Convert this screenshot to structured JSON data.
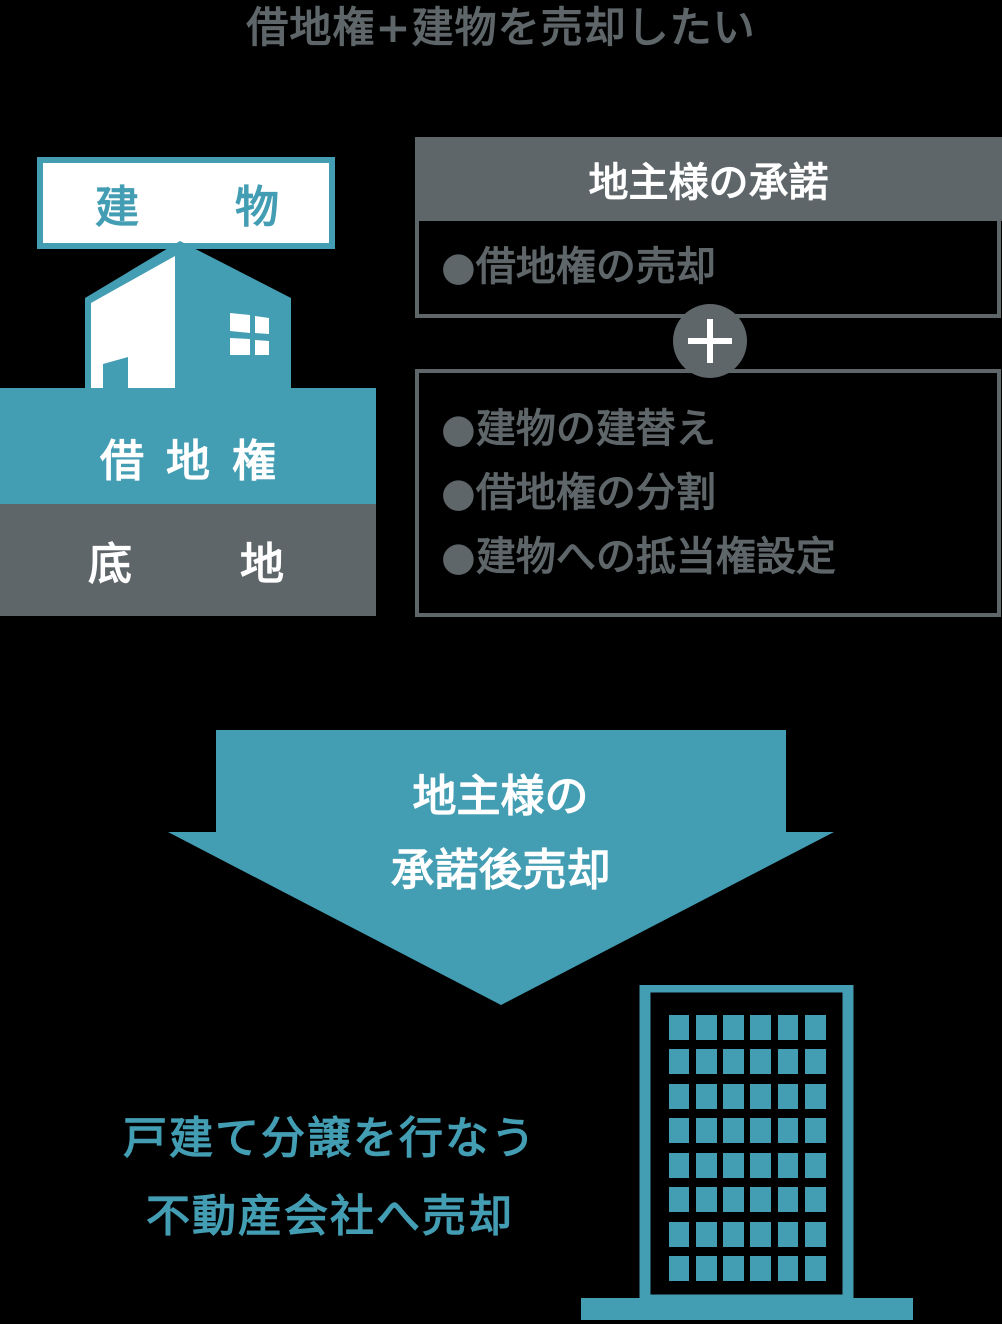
{
  "title": "借地権+建物を売却したい",
  "left_stack": {
    "building_label": [
      "建",
      "物"
    ],
    "leasehold_label": "借地権",
    "land_label": [
      "底",
      "地"
    ]
  },
  "consent": {
    "header": "地主様の承諾",
    "primary_item": "●借地権の売却",
    "plus_symbol": "+",
    "secondary_items": [
      "●建物の建替え",
      "●借地権の分割",
      "●建物への抵当権設定"
    ]
  },
  "arrow": {
    "line1": "地主様の",
    "line2": "承諾後売却"
  },
  "result": {
    "line1": "戸建て分譲を行なう",
    "line2": "不動産会社へ売却"
  },
  "colors": {
    "teal": "#439db3",
    "gray": "#5f6669",
    "background": "#000000",
    "white": "#ffffff"
  }
}
